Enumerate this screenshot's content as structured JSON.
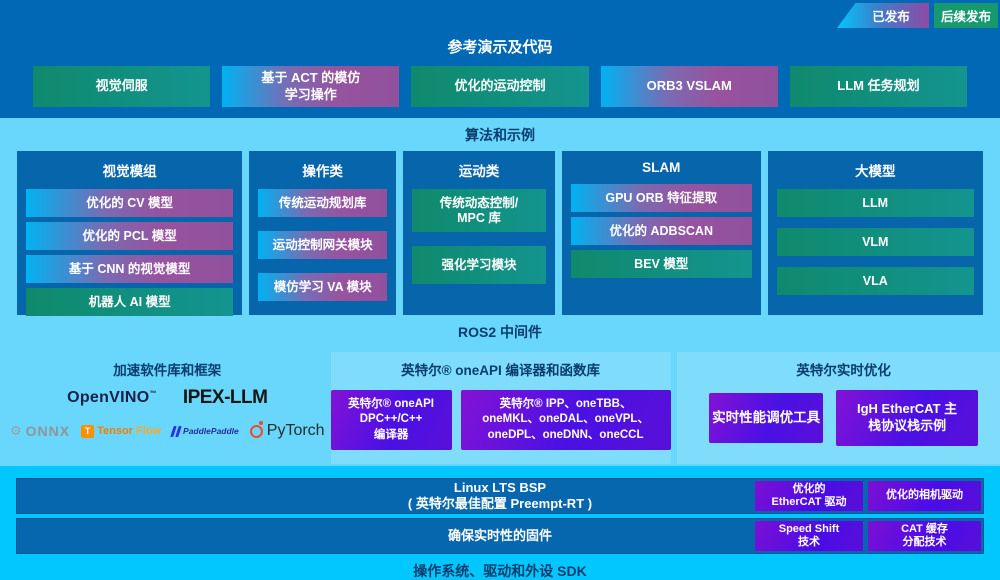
{
  "colors": {
    "intel_blue": "#0068B5",
    "light_blue": "#69D7FB",
    "cyan": "#00C7FD",
    "teal": "#0F8A6D",
    "gradient_cyan": "#00B2F2",
    "gradient_purple": "#96519D",
    "violet": "#4A11E4",
    "panel_blue": "#0765AC",
    "navy_text": "#0B3C6E"
  },
  "badges": {
    "released": "已发布",
    "upcoming": "后续发布"
  },
  "reference": {
    "title": "参考演示及代码",
    "items": [
      {
        "lines": [
          "视觉伺服"
        ]
      },
      {
        "lines": [
          "基于 ACT 的模仿",
          "学习操作"
        ]
      },
      {
        "lines": [
          "优化的运动控制"
        ]
      },
      {
        "lines": [
          "ORB3 VSLAM"
        ]
      },
      {
        "lines": [
          "LLM 任务规划"
        ]
      }
    ]
  },
  "algorithms": {
    "title": "算法和示例",
    "columns": [
      {
        "header": "视觉模组",
        "items": [
          {
            "lines": [
              "优化的 CV 模型"
            ]
          },
          {
            "lines": [
              "优化的 PCL 模型"
            ]
          },
          {
            "lines": [
              "基于 CNN 的视觉模型"
            ]
          },
          {
            "lines": [
              "机器人 AI 模型"
            ]
          }
        ]
      },
      {
        "header": "操作类",
        "items": [
          {
            "lines": [
              "传统运动规划库"
            ]
          },
          {
            "lines": [
              "运动控制网关模块"
            ]
          },
          {
            "lines": [
              "模仿学习 VA 模块"
            ]
          }
        ]
      },
      {
        "header": "运动类",
        "items": [
          {
            "lines": [
              "传统动态控制/",
              "MPC 库"
            ]
          },
          {
            "lines": [
              "强化学习模块"
            ]
          }
        ]
      },
      {
        "header": "SLAM",
        "items": [
          {
            "lines": [
              "GPU ORB 特征提取"
            ]
          },
          {
            "lines": [
              "优化的 ADBSCAN"
            ]
          },
          {
            "lines": [
              "BEV 模型"
            ]
          }
        ]
      },
      {
        "header": "大模型",
        "items": [
          {
            "lines": [
              "LLM"
            ]
          },
          {
            "lines": [
              "VLM"
            ]
          },
          {
            "lines": [
              "VLA"
            ]
          }
        ]
      }
    ]
  },
  "middleware": {
    "title": "ROS2 中间件"
  },
  "accel": {
    "title": "加速软件库和框架",
    "logos": {
      "openvino": "OpenVINO",
      "openvino_tm": "™",
      "ipex": "IPEX-LLM",
      "onnx": "ONNX",
      "tf_part1": "Tensor",
      "tf_part2": "Flow",
      "tf_letter": "T",
      "paddle": "PaddlePaddle",
      "pytorch": "PyTorch"
    }
  },
  "oneapi": {
    "title": "英特尔® oneAPI 编译器和函数库",
    "box_compiler": {
      "lines": [
        "英特尔® oneAPI",
        "DPC++/C++",
        "编译器"
      ]
    },
    "box_libs": {
      "lines": [
        "英特尔® IPP、oneTBB、",
        "oneMKL、oneDAL、oneVPL、",
        "oneDPL、oneDNN、oneCCL"
      ]
    }
  },
  "realtime": {
    "title": "英特尔实时优化",
    "box_tuning": {
      "lines": [
        "实时性能调优工具"
      ]
    },
    "box_igh": {
      "lines": [
        "IgH EtherCAT 主",
        "栈协议栈示例"
      ]
    }
  },
  "platform": {
    "row1": {
      "label_lines": [
        "Linux LTS BSP",
        "( 英特尔最佳配置 Preempt-RT )"
      ],
      "box1": {
        "lines": [
          "优化的",
          "EtherCAT 驱动"
        ]
      },
      "box2": {
        "lines": [
          "优化的相机驱动"
        ]
      }
    },
    "row2": {
      "label_lines": [
        "确保实时性的固件"
      ],
      "box1": {
        "lines": [
          "Speed Shift",
          "技术"
        ]
      },
      "box2": {
        "lines": [
          "CAT 缓存",
          "分配技术"
        ]
      }
    },
    "footer": "操作系统、驱动和外设 SDK"
  }
}
